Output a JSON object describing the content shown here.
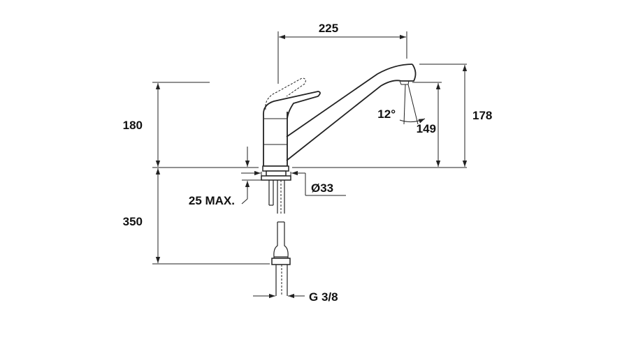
{
  "dimensions": {
    "spout_reach": "225",
    "body_height": "180",
    "spout_angle": "12°",
    "outlet_height": "149",
    "total_height": "178",
    "base_diameter": "Ø33",
    "max_thickness": "25 MAX.",
    "hose_length": "350",
    "thread": "G 3/8"
  }
}
